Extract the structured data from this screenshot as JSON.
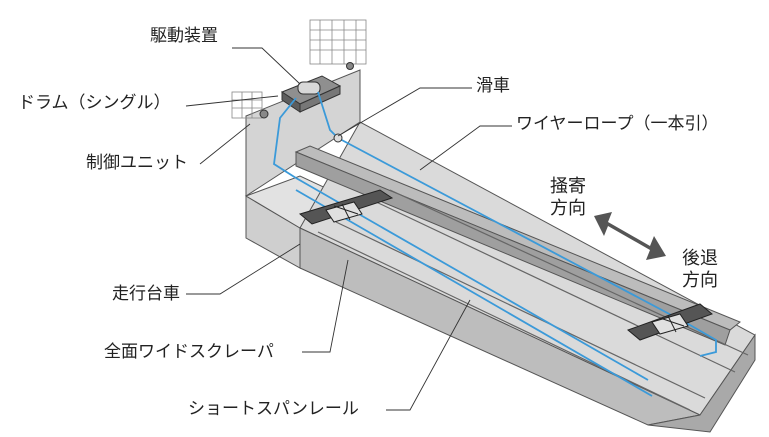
{
  "labels": {
    "drive": "駆動装置",
    "drum": "ドラム（シングル）",
    "control": "制御ユニット",
    "pulley": "滑車",
    "wire": "ワイヤーロープ（一本引）",
    "cart": "走行台車",
    "scraper": "全面ワイドスクレーパ",
    "rail": "ショートスパンレール"
  },
  "direction": {
    "forward_l1": "掻寄",
    "forward_l2": "方向",
    "backward_l1": "後退",
    "backward_l2": "方向"
  },
  "colors": {
    "wire": "#3b9ad9",
    "arrow": "#555555",
    "concrete": "#c8c8c8",
    "line": "#444444"
  }
}
